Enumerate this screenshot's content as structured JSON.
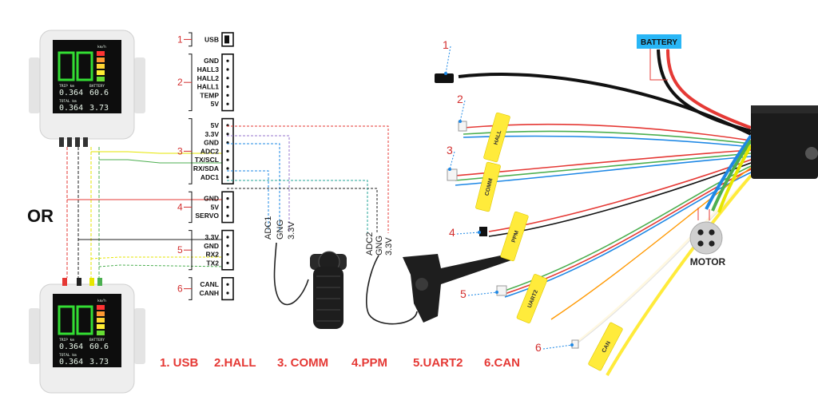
{
  "or_label": "OR",
  "pin_header": {
    "groups": [
      {
        "number": "1",
        "pins": [
          "USB"
        ]
      },
      {
        "number": "2",
        "pins": [
          "GND",
          "HALL3",
          "HALL2",
          "HALL1",
          "TEMP",
          "5V"
        ]
      },
      {
        "number": "3",
        "pins": [
          "5V",
          "3.3V",
          "GND",
          "ADC2",
          "TX/SCL",
          "RX/SDA",
          "ADC1"
        ]
      },
      {
        "number": "4",
        "pins": [
          "GND",
          "5V",
          "SERVO"
        ]
      },
      {
        "number": "5",
        "pins": [
          "3.3V",
          "GND",
          "RX2",
          "TX2"
        ]
      },
      {
        "number": "6",
        "pins": [
          "CANL",
          "CANH"
        ]
      }
    ]
  },
  "throttle_wires": [
    "ADC1",
    "GNG",
    "3.3V"
  ],
  "brake_wires": [
    "ADC2",
    "GNG",
    "3.3V"
  ],
  "legend": [
    "1. USB",
    "2.HALL",
    "3. COMM",
    "4.PPM",
    "5.UART2",
    "6.CAN"
  ],
  "controller": {
    "battery_label": "BATTERY",
    "motor_label": "MOTOR",
    "callouts": [
      "1",
      "2",
      "3",
      "4",
      "5",
      "6"
    ],
    "tags": [
      "HALL",
      "COMM",
      "PPM",
      "UART2",
      "CAN"
    ]
  },
  "display": {
    "trip_label": "TRIP km",
    "trip_value": "0.364",
    "total_label": "TOTAL km",
    "total_value": "0.364",
    "battery_label": "BATTERY",
    "battery_top": "60.6",
    "battery_bottom": "3.73",
    "speed_label": "km/h"
  },
  "colors": {
    "red_wire": "#e53935",
    "black_wire": "#222222",
    "yellow_wire": "#e6e600",
    "green_wire": "#4caf50",
    "blue_wire": "#1e88e5",
    "battery_tag": "#29b6f6",
    "cable_tag": "#ffeb3b"
  }
}
